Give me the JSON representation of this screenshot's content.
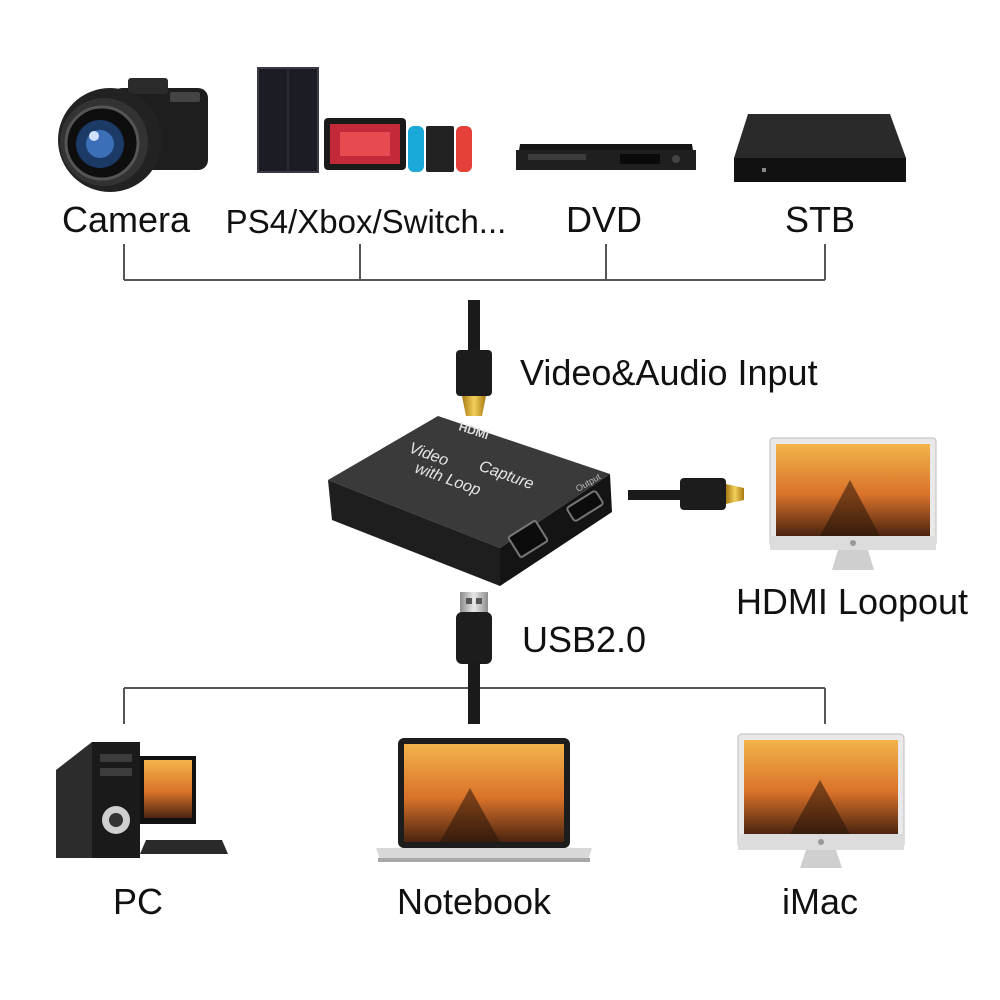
{
  "sources": [
    {
      "label": "Camera",
      "icon": "camera-icon"
    },
    {
      "label": "PS4/Xbox/Switch...",
      "icon": "game-console-icon"
    },
    {
      "label": "DVD",
      "icon": "dvd-player-icon"
    },
    {
      "label": "STB",
      "icon": "set-top-box-icon"
    }
  ],
  "input_label": "Video&Audio Input",
  "device": {
    "brand": "HDMI",
    "line1": "Video",
    "line2": "Capture",
    "line3": "with Loop",
    "port_label": "Output",
    "icon": "capture-card-icon"
  },
  "loopout": {
    "label": "HDMI Loopout",
    "icon": "monitor-icon"
  },
  "usb_label": "USB2.0",
  "outputs": [
    {
      "label": "PC",
      "icon": "desktop-pc-icon"
    },
    {
      "label": "Notebook",
      "icon": "laptop-icon"
    },
    {
      "label": "iMac",
      "icon": "imac-icon"
    }
  ],
  "colors": {
    "line": "#555555",
    "device": "#2a2a2a",
    "gold": "#d4a52b",
    "screen_warm": "#e0872e"
  }
}
